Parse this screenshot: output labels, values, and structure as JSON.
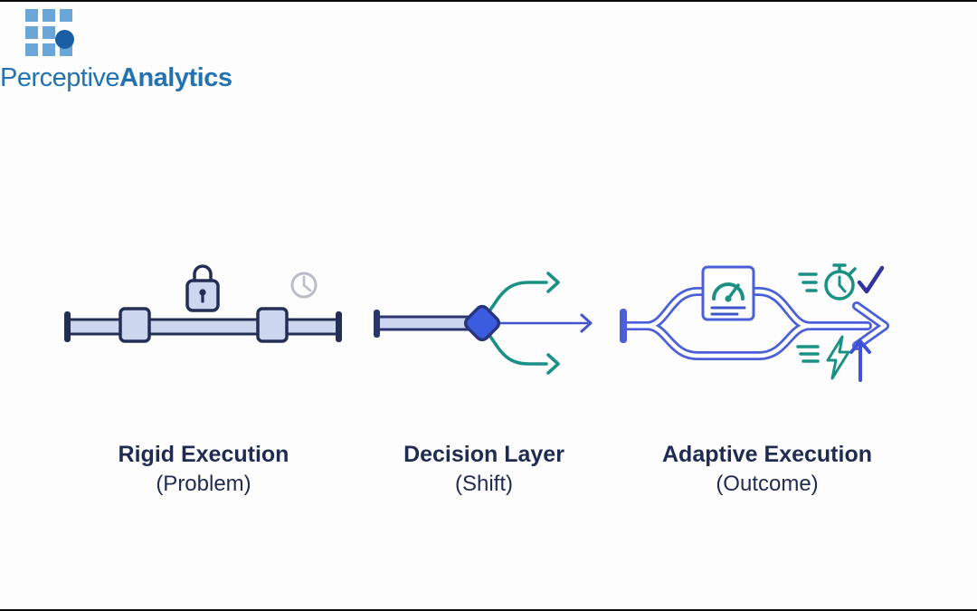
{
  "brand": {
    "name_regular": "Perceptive",
    "name_bold": "Analytics",
    "logo_square_color": "#6ba6d9",
    "logo_dot_color": "#1a5fa6",
    "text_color": "#2173b4"
  },
  "diagram": {
    "panels": [
      {
        "title": "Rigid Execution",
        "subtitle": "(Problem)",
        "icons": [
          "locked-track",
          "lock-icon",
          "clock-icon"
        ]
      },
      {
        "title": "Decision Layer",
        "subtitle": "(Shift)",
        "icons": [
          "decision-diamond-icon",
          "branch-arrow-icons"
        ]
      },
      {
        "title": "Adaptive Execution",
        "subtitle": "(Outcome)",
        "icons": [
          "gauge-card-icon",
          "stopwatch-icon",
          "check-icon",
          "lightning-icon",
          "up-arrow-icon"
        ]
      }
    ],
    "colors": {
      "navy_outline": "#242f55",
      "track_fill": "#ccd7ef",
      "diamond_fill": "#3c5ce0",
      "diamond_outline": "#28357e",
      "path_blue": "#4a5fd8",
      "thin_arrow_blue": "#4554cd",
      "teal": "#1b9185",
      "check_indigo": "#32349e",
      "label_text": "#1f2b50",
      "clock_gray": "#b9bdc6"
    }
  }
}
